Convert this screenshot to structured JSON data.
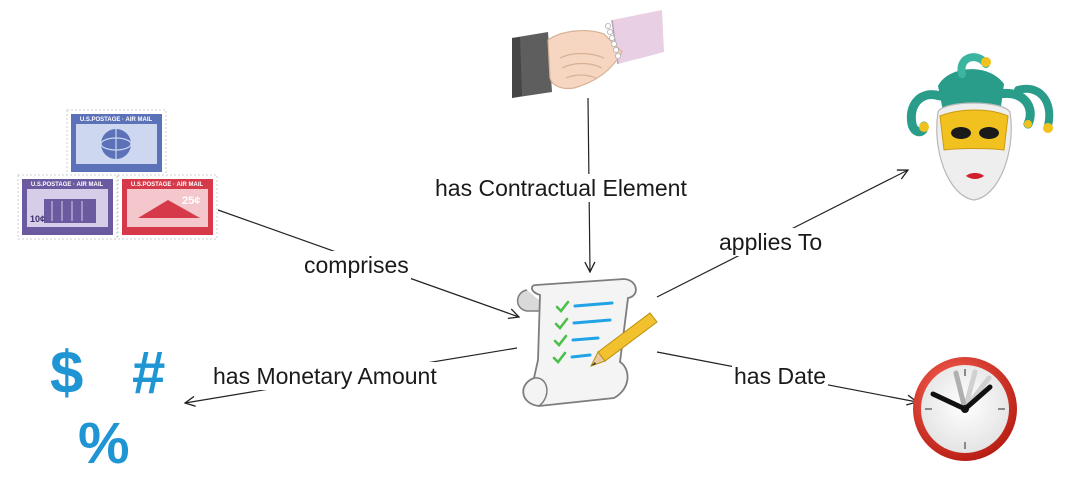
{
  "nodes": {
    "center": {
      "name": "contract-scroll-icon"
    },
    "agreement": {
      "name": "handshake-icon"
    },
    "components": {
      "name": "postage-stamps-icon",
      "stamps": [
        {
          "header": "U.S.POSTAGE · AIR MAIL",
          "value": "",
          "color": "#5b71b8"
        },
        {
          "header": "U.S.POSTAGE · AIR MAIL",
          "value": "10¢",
          "color": "#6c5aa0"
        },
        {
          "header": "U.S.POSTAGE · AIR MAIL",
          "value": "25¢",
          "color": "#d63a4a"
        }
      ]
    },
    "party": {
      "name": "jester-mask-icon"
    },
    "amount": {
      "name": "money-symbols-icon",
      "symbols": [
        "$",
        "#",
        "%"
      ],
      "color": "#1f96d3"
    },
    "date": {
      "name": "clock-icon"
    }
  },
  "edges": {
    "has_contractual_element": "has Contractual Element",
    "comprises": "comprises",
    "applies_to": "applies To",
    "has_monetary_amount": "has Monetary Amount",
    "has_date": "has Date"
  }
}
